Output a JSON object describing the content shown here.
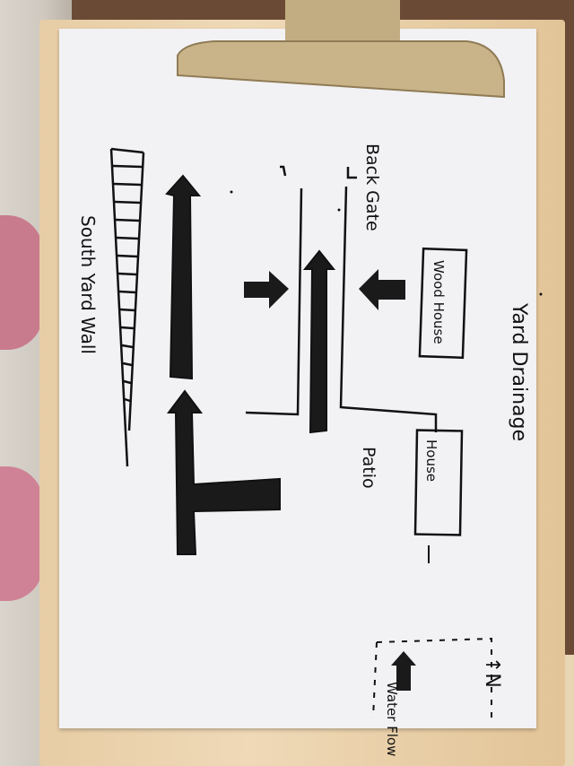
{
  "drawing": {
    "title": "Yard Drainage",
    "south_wall": "South Yard Wall",
    "back_gate": "Back Gate",
    "wood_house": "Wood House",
    "house": "House",
    "patio": "Patio",
    "north": "↑N",
    "legend_water_flow": "Water Flow"
  },
  "colors": {
    "ink": "#111111",
    "paper": "#f2f1f4",
    "board": "#e7cda5",
    "clip": "#c9b48a"
  }
}
